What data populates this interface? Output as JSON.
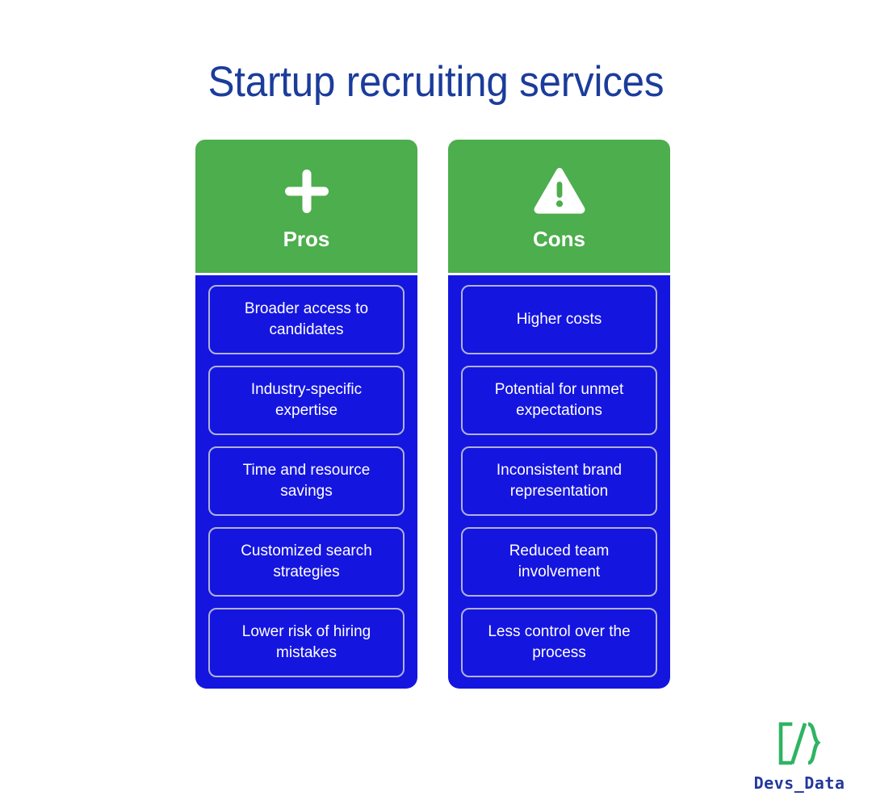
{
  "title": "Startup recruiting services",
  "colors": {
    "title_blue": "#1b3c9b",
    "header_green": "#4cae4c",
    "panel_blue": "#1515e0",
    "item_border": "#b0b2da",
    "logo_green": "#2eb463",
    "logo_text_blue": "#23379c",
    "background": "#ffffff"
  },
  "columns": [
    {
      "key": "pros",
      "label": "Pros",
      "icon": "plus-icon",
      "items": [
        "Broader access to candidates",
        "Industry-specific expertise",
        "Time and resource savings",
        "Customized search strategies",
        "Lower risk of hiring mistakes"
      ]
    },
    {
      "key": "cons",
      "label": "Cons",
      "icon": "warning-triangle-icon",
      "items": [
        "Higher costs",
        "Potential for unmet expectations",
        "Inconsistent brand representation",
        "Reduced team involvement",
        "Less control over the process"
      ]
    }
  ],
  "logo": {
    "mark": "[/}",
    "text": "Devs_Data"
  }
}
